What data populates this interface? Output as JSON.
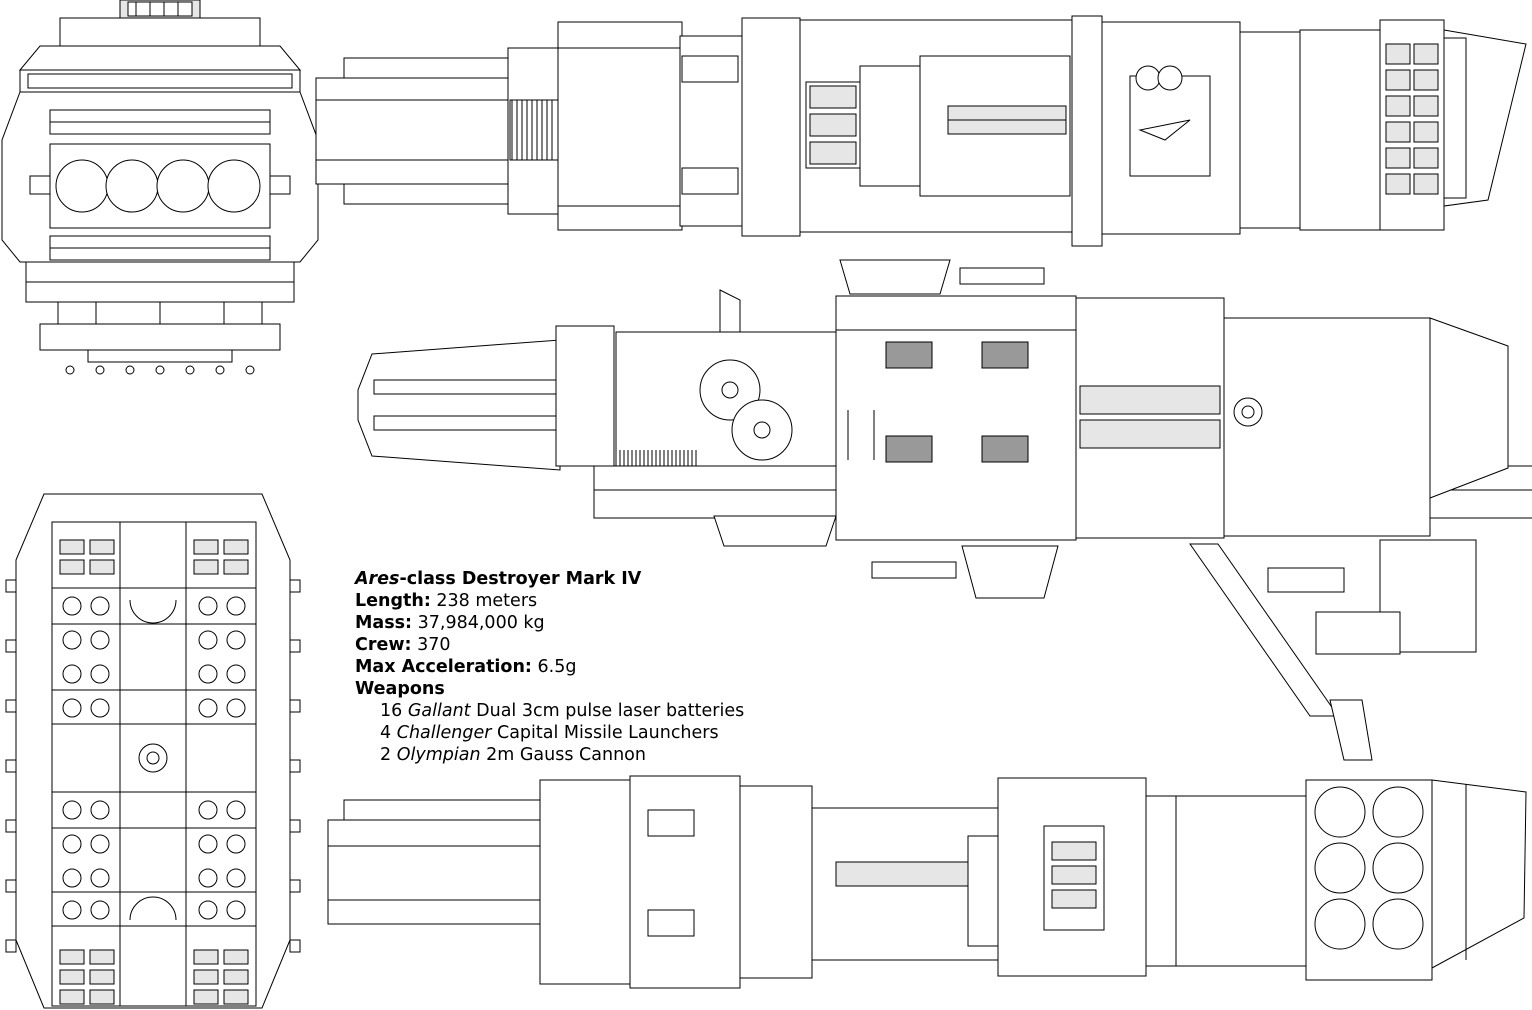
{
  "title": {
    "class_name": "Ares",
    "suffix": "-class Destroyer Mark IV"
  },
  "specs": [
    {
      "key": "length",
      "label": "Length:",
      "value": "238 meters"
    },
    {
      "key": "mass",
      "label": "Mass:",
      "value": "37,984,000 kg"
    },
    {
      "key": "crew",
      "label": "Crew:",
      "value": "370"
    },
    {
      "key": "accel",
      "label": "Max Acceleration:",
      "value": "6.5g"
    }
  ],
  "weapons": {
    "heading": "Weapons",
    "items": [
      {
        "count": "16",
        "name": "Gallant",
        "desc": "Dual 3cm pulse laser batteries"
      },
      {
        "count": "4",
        "name": "Challenger",
        "desc": "Capital Missile Launchers"
      },
      {
        "count": "2",
        "name": "Olympian",
        "desc": "2m Gauss Cannon"
      }
    ]
  },
  "colors": {
    "line": "#000000",
    "background": "#ffffff"
  }
}
